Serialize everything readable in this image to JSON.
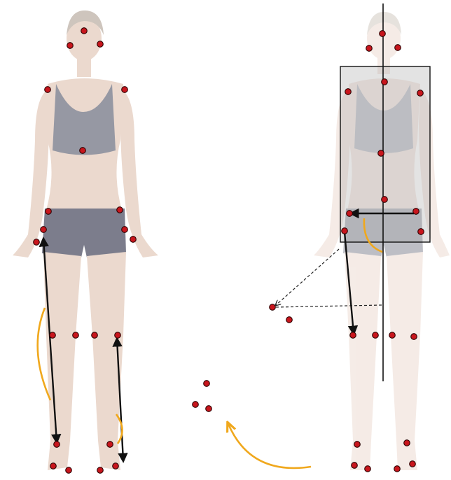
{
  "colors": {
    "background": "#ffffff",
    "skin": "#e9d5c9",
    "skin_shadow": "#d8bfb1",
    "hair": "#c9bfb6",
    "garment": "#8b8d9a",
    "garment_dark": "#6e7080",
    "keypoint_fill": "#c8161d",
    "keypoint_stroke": "#2a0000",
    "arrow": "#111111",
    "arc": "#f0a81d",
    "box_fill": "#9a9a9a",
    "box_stroke": "#111111",
    "dashed": "#222222"
  },
  "figures": {
    "left": {
      "name": "left-body-figure",
      "opacity": 0.9
    },
    "right": {
      "name": "right-body-figure",
      "opacity": 0.45
    }
  },
  "annotations": {
    "has_bounding_box": true,
    "has_vertical_axis": true,
    "has_dashed_projection": true
  }
}
